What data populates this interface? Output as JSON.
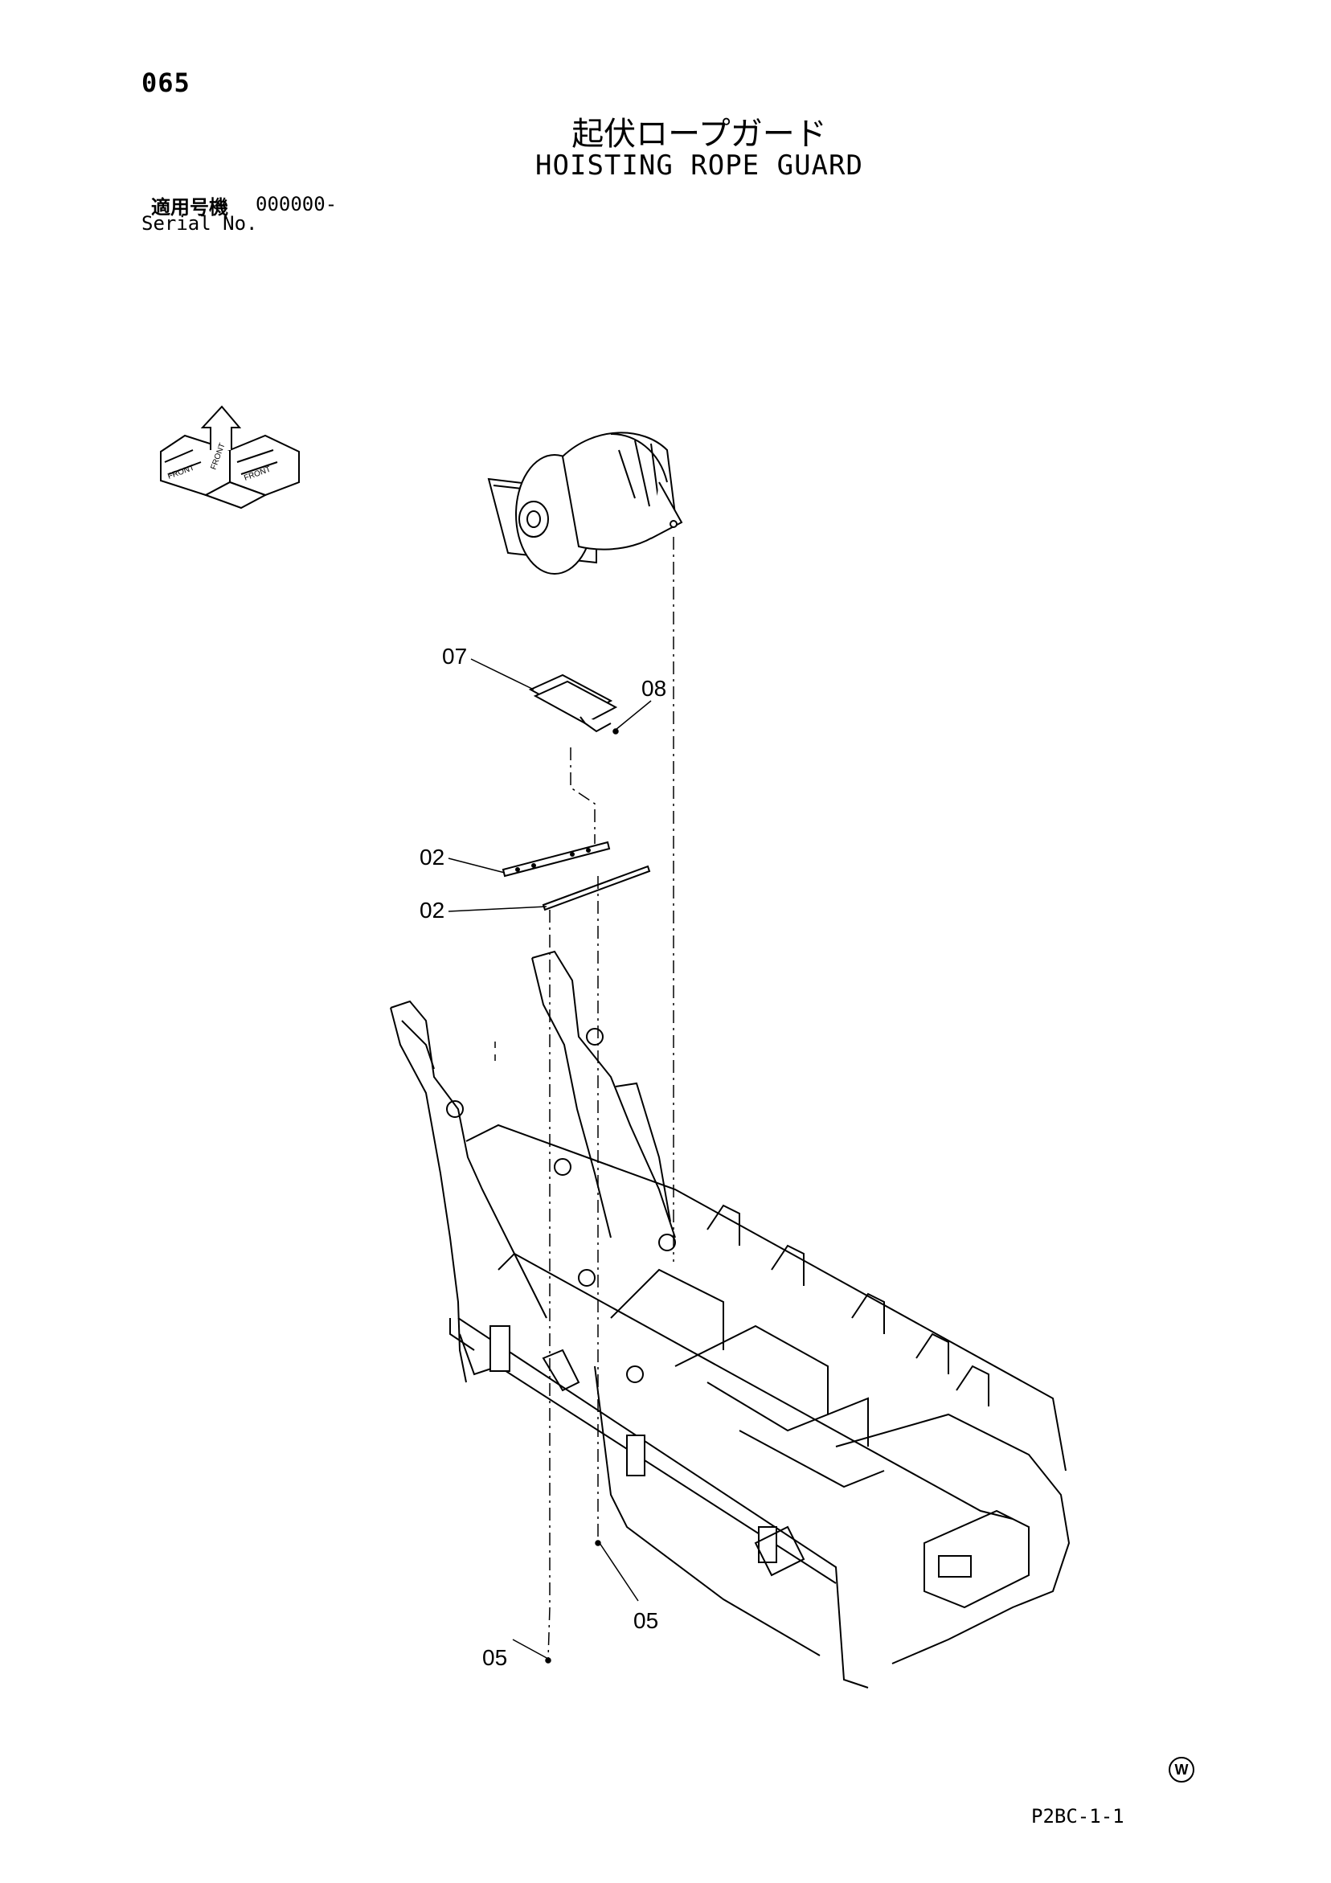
{
  "header": {
    "page_number": "065",
    "title_jp": "起伏ロープガード",
    "title_en": "HOISTING ROPE GUARD",
    "serial_label_jp": "適用号機",
    "serial_value": "000000-",
    "serial_label_en": "Serial No."
  },
  "orientation_icon": {
    "name": "front-direction-icon",
    "labels": [
      "FRONT",
      "FRONT",
      "FRONT"
    ]
  },
  "parts": [
    {
      "code": "07"
    },
    {
      "code": "08"
    },
    {
      "code": "02"
    },
    {
      "code": "02"
    },
    {
      "code": "05"
    },
    {
      "code": "05"
    }
  ],
  "footer": {
    "watermark_symbol": "W",
    "drawing_code": "P2BC-1-1"
  }
}
